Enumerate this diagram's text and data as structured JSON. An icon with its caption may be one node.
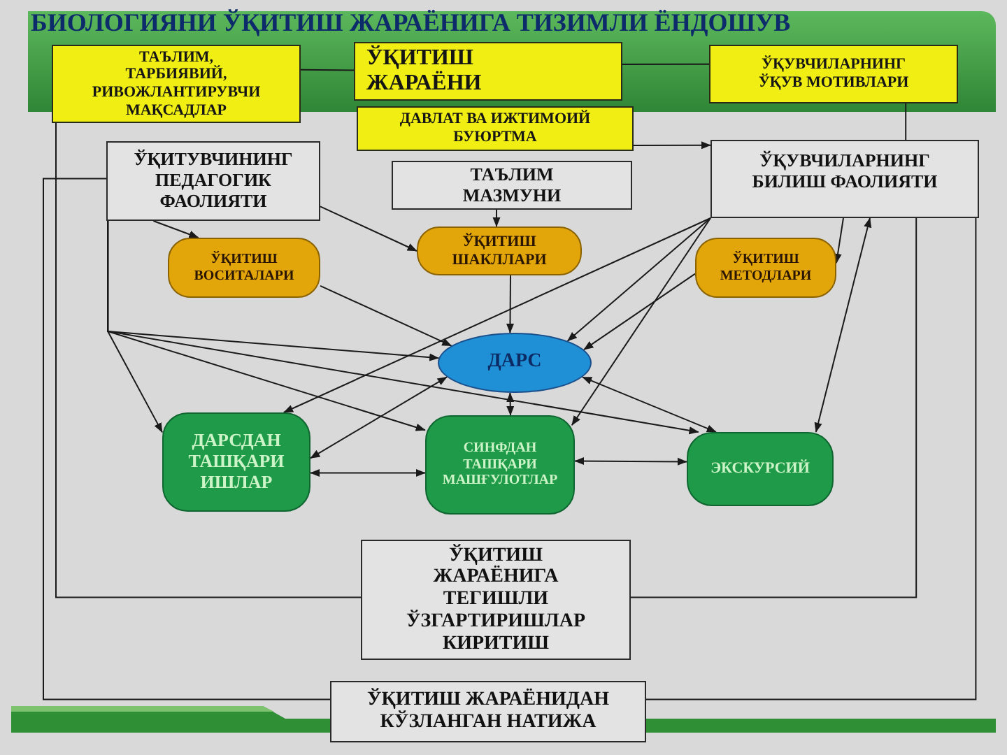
{
  "diagram": {
    "title": "БИОЛОГИЯНИ ЎҚИТИШ ЖАРАЁНИГА ТИЗИМЛИ ЁНДОШУВ",
    "nodes": [
      {
        "text": [
          "ТАЪЛИМ, ТАРБИЯВИЙ, РИВОЖЛАНТИРУВЧИ МАҚСАДЛАР"
        ]
      },
      {
        "text": [
          "ЎҚИТИШ ЖАРАЁНИ"
        ]
      },
      {
        "text": [
          "ЎҚУВЧИЛАРНИНГ ЎҚУВ МОТИВЛАРИ"
        ]
      },
      {
        "text": [
          "ДАВЛАТ ВА ИЖТИМОИЙ БУЮРТМА"
        ]
      },
      {
        "text": [
          "ЎҚИТУВЧИНИНГ ПЕДАГОГИК ФАОЛИЯТИ"
        ]
      },
      {
        "text": [
          "ЎҚУВЧИЛАРНИНГ БИЛИШ ФАОЛИЯТИ"
        ]
      },
      {
        "text": [
          "ТАЪЛИМ МАЗМУНИ"
        ]
      },
      {
        "text": [
          "ЎҚИТИШ ВОСИТАЛАРИ"
        ]
      },
      {
        "text": [
          "ЎҚИТИШ ШАКЛЛАРИ"
        ]
      },
      {
        "text": [
          "ЎҚИТИШ МЕТОДЛАРИ"
        ]
      },
      {
        "text": [
          "ДАРС"
        ]
      },
      {
        "text": [
          "ДАРСДАН ТАШҚАРИ ИШЛАР"
        ]
      },
      {
        "text": [
          "СИНФДАН ТАШҚАРИ МАШҒУЛОТЛАР"
        ]
      },
      {
        "text": [
          "ЭКСКУРСИЙ"
        ]
      },
      {
        "text": [
          "ЎҚИТИШ ЖАРАЁНИГА ТЕГИШЛИ ЎЗГАРТИРИШЛАР КИРИТИШ"
        ]
      },
      {
        "text": [
          "ЎҚИТИШ ЖАРАЁНИДАН КЎЗЛАНГАН НАТИЖА"
        ]
      }
    ],
    "edges": [
      {
        "from": 0,
        "to": 1,
        "arrow": "none"
      },
      {
        "from": 1,
        "to": 2,
        "arrow": "none"
      },
      {
        "from": 2,
        "to": 5,
        "arrow": "none"
      },
      {
        "from": 3,
        "to": 5,
        "arrow": "to"
      },
      {
        "from": 4,
        "to": 7,
        "arrow": "to"
      },
      {
        "from": 4,
        "to": 8,
        "arrow": "to"
      },
      {
        "from": 6,
        "to": 8,
        "arrow": "to"
      },
      {
        "from": 5,
        "to": 9,
        "arrow": "to"
      },
      {
        "from": 7,
        "to": 10,
        "arrow": "to"
      },
      {
        "from": 8,
        "to": 10,
        "arrow": "to"
      },
      {
        "from": 9,
        "to": 10,
        "arrow": "to"
      },
      {
        "from": 5,
        "to": 10,
        "arrow": "to"
      },
      {
        "from": 5,
        "to": 11,
        "arrow": "to"
      },
      {
        "from": 5,
        "to": 12,
        "arrow": "to"
      },
      {
        "from": 5,
        "to": 13,
        "arrow": "both"
      },
      {
        "from": 4,
        "to": 10,
        "arrow": "to"
      },
      {
        "from": 4,
        "to": 11,
        "arrow": "to"
      },
      {
        "from": 4,
        "to": 12,
        "arrow": "to"
      },
      {
        "from": 4,
        "to": 13,
        "arrow": "to"
      },
      {
        "from": 10,
        "to": 11,
        "arrow": "both"
      },
      {
        "from": 10,
        "to": 12,
        "arrow": "both"
      },
      {
        "from": 10,
        "to": 13,
        "arrow": "both"
      },
      {
        "from": 11,
        "to": 12,
        "arrow": "both"
      },
      {
        "from": 12,
        "to": 13,
        "arrow": "both"
      },
      {
        "from": 0,
        "to": 14,
        "arrow": "none"
      },
      {
        "from": 14,
        "to": 5,
        "arrow": "none"
      },
      {
        "from": 4,
        "to": 15,
        "arrow": "none"
      },
      {
        "from": 15,
        "to": 5,
        "arrow": "none"
      }
    ]
  }
}
